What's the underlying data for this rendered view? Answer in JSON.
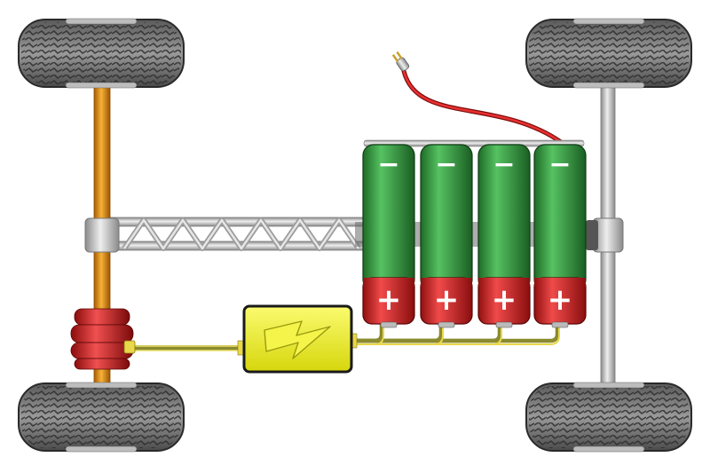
{
  "scene": {
    "battery_count": 4,
    "colors": {
      "background": "#ffffff",
      "tire": "#6f6f6f",
      "tire_dark": "#3c3c3c",
      "rear_axle": "#e0901a",
      "front_axle": "#c4c4c4",
      "frame": "#d0d0d0",
      "motor": "#d01e1e",
      "controller": "#f2f21a",
      "battery_green": "#2f9a3b",
      "battery_red": "#d42222",
      "charging_cable": "#d02020",
      "wire": "#d8c840"
    },
    "icons": {
      "battery_negative": "minus-sign",
      "battery_positive": "plus-sign",
      "controller": "lightning-bolt",
      "charger": "plug"
    }
  },
  "batteries": [
    {
      "negative": "−",
      "positive": "+"
    },
    {
      "negative": "−",
      "positive": "+"
    },
    {
      "negative": "−",
      "positive": "+"
    },
    {
      "negative": "−",
      "positive": "+"
    }
  ]
}
